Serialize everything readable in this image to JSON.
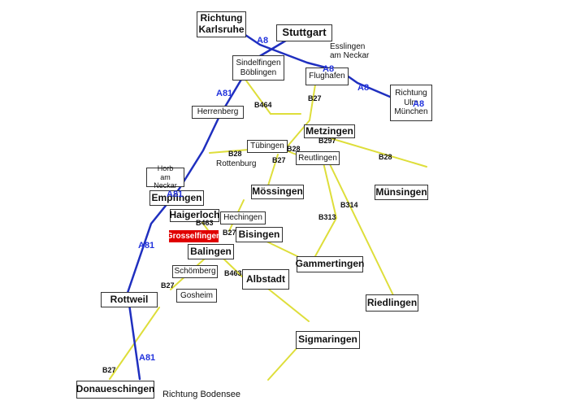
{
  "colors": {
    "autobahn": "#1f2fbf",
    "bundesstrasse": "#dede3a",
    "highlight": "#e00000"
  },
  "cities": {
    "karlsruhe": "Richtung\nKarlsruhe",
    "stuttgart": "Stuttgart",
    "sindelfingen": "Sindelfingen\nBöblingen",
    "flughafen": "Flughafen",
    "ulm": "Richtung\nUlm\nMünchen",
    "herrenberg": "Herrenberg",
    "metzingen": "Metzingen",
    "tuebingen": "Tübingen",
    "reutlingen": "Reutlingen",
    "horb": "Horb\nam Neckar",
    "empfingen": "Empfingen",
    "moessingen": "Mössingen",
    "muensingen": "Münsingen",
    "haigerloch": "Haigerloch",
    "hechingen": "Hechingen",
    "grosselfingen": "Grosselfingen",
    "bisingen": "Bisingen",
    "balingen": "Balingen",
    "gammertingen": "Gammertingen",
    "schoemberg": "Schömberg",
    "albstadt": "Albstadt",
    "rottweil": "Rottweil",
    "gosheim": "Gosheim",
    "riedlingen": "Riedlingen",
    "sigmaringen": "Sigmaringen",
    "donaueschingen": "Donaueschingen"
  },
  "labels": {
    "esslingen": "Esslingen\nam Neckar",
    "rottenburg": "Rottenburg",
    "bodensee": "Richtung Bodensee"
  },
  "roads": {
    "a8_1": "A8",
    "a8_2": "A8",
    "a8_3": "A8",
    "a8_4": "A8",
    "a81_1": "A81",
    "a81_2": "A81",
    "a81_3": "A81",
    "a81_4": "A81",
    "b464": "B464",
    "b27_1": "B27",
    "b297": "B297",
    "b28_1": "B28",
    "b28_2": "B28",
    "b28_3": "B28",
    "b27_2": "B27",
    "b314": "B314",
    "b313": "B313",
    "b463_1": "B463",
    "b27_3": "B27",
    "b463_2": "B463",
    "b27_4": "B27",
    "b27_5": "B27"
  }
}
